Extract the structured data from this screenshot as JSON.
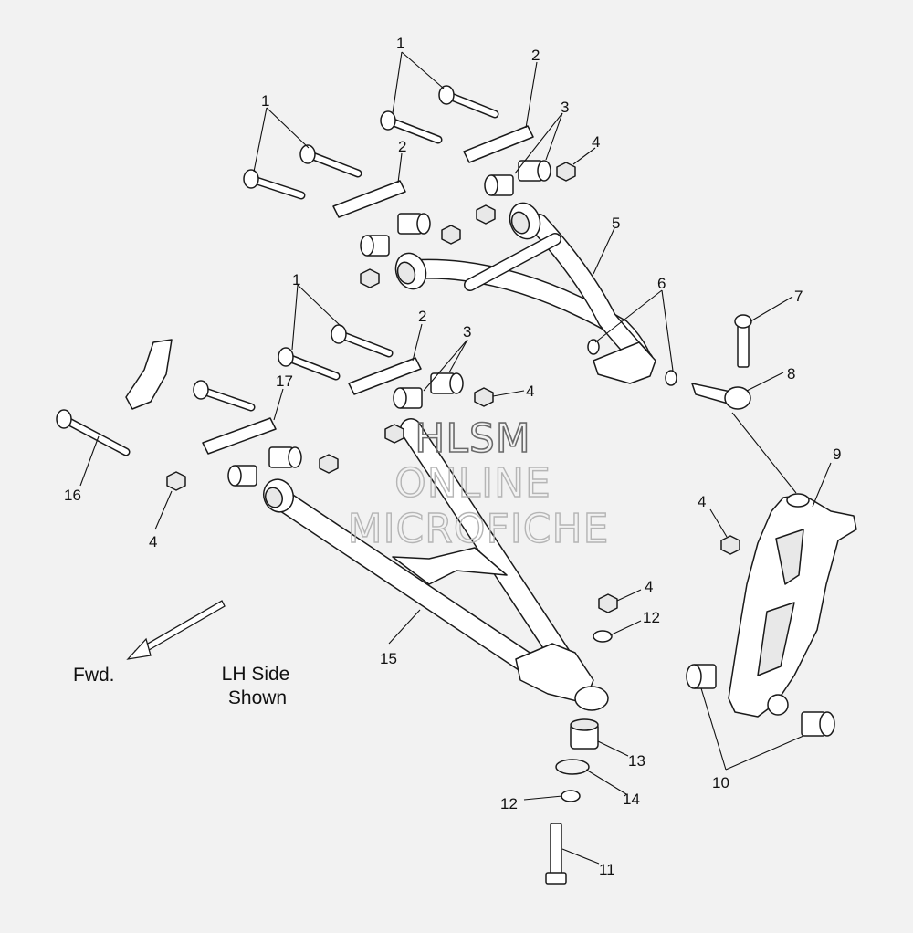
{
  "callouts": {
    "c1a": "1",
    "c1b": "1",
    "c1c": "1",
    "c2a": "2",
    "c2b": "2",
    "c2c": "2",
    "c3a": "3",
    "c3b": "3",
    "c4a": "4",
    "c4b": "4",
    "c4c": "4",
    "c4d": "4",
    "c4e": "4",
    "c5": "5",
    "c6": "6",
    "c7": "7",
    "c8": "8",
    "c9": "9",
    "c10": "10",
    "c11": "11",
    "c12a": "12",
    "c12b": "12",
    "c13": "13",
    "c14": "14",
    "c15": "15",
    "c16": "16",
    "c17": "17"
  },
  "captions": {
    "fwd": "Fwd.",
    "side_line1": "LH Side",
    "side_line2": "Shown"
  },
  "watermark": {
    "line1": "HLSM",
    "line2": "ONLINE",
    "line3": "MICROFICHE"
  },
  "colors": {
    "background": "#f2f2f2",
    "line": "#1a1a1a",
    "watermark": "#b5b5b5"
  }
}
